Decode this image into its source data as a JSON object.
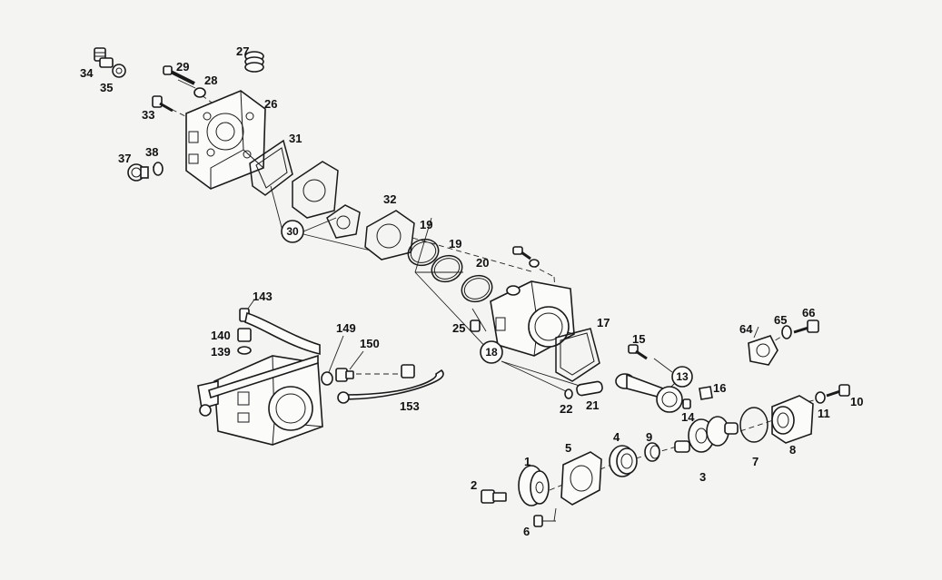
{
  "labels": {
    "l1": "1",
    "l2": "2",
    "l3": "3",
    "l4": "4",
    "l5": "5",
    "l6": "6",
    "l7": "7",
    "l8": "8",
    "l9": "9",
    "l10": "10",
    "l11": "11",
    "l13": "13",
    "l14": "14",
    "l15": "15",
    "l16": "16",
    "l17": "17",
    "l18": "18",
    "l19a": "19",
    "l19b": "19",
    "l20": "20",
    "l21": "21",
    "l22": "22",
    "l25": "25",
    "l26": "26",
    "l27": "27",
    "l28": "28",
    "l29": "29",
    "l30": "30",
    "l31": "31",
    "l32": "32",
    "l33": "33",
    "l34": "34",
    "l35": "35",
    "l37": "37",
    "l38": "38",
    "l64": "64",
    "l65": "65",
    "l66": "66",
    "l139": "139",
    "l140": "140",
    "l143": "143",
    "l149": "149",
    "l150": "150",
    "l153": "153"
  }
}
